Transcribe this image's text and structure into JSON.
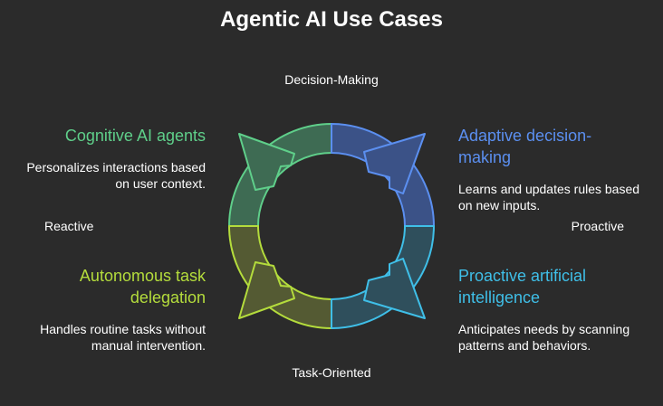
{
  "title": "Agentic AI Use Cases",
  "axes": {
    "top": "Decision-Making",
    "bottom": "Task-Oriented",
    "left": "Reactive",
    "right": "Proactive"
  },
  "quadrants": {
    "top_left": {
      "title": "Cognitive AI agents",
      "description": "Personalizes interactions based on user context.",
      "color": "#5fcf8a",
      "fill": "#3e6b53"
    },
    "top_right": {
      "title": "Adaptive decision-making",
      "description": "Learns and updates rules based on new inputs.",
      "color": "#5b8ff0",
      "fill": "#3b5287"
    },
    "bottom_left": {
      "title": "Autonomous task delegation",
      "description": "Handles routine tasks without manual intervention.",
      "color": "#b4dc3c",
      "fill": "#545a33"
    },
    "bottom_right": {
      "title": "Proactive artificial intelligence",
      "description": "Anticipates needs by scanning patterns and behaviors.",
      "color": "#3fbfe8",
      "fill": "#2f4f5c"
    }
  }
}
